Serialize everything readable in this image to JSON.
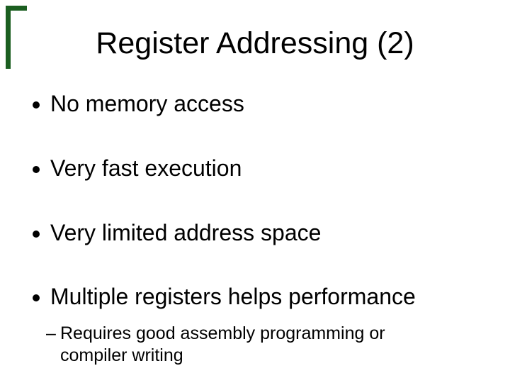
{
  "slide": {
    "title": "Register Addressing (2)",
    "bullet_marker": "•",
    "bullets": [
      {
        "label": "No memory access"
      },
      {
        "label": "Very fast execution"
      },
      {
        "label": "Very limited address space"
      },
      {
        "label": "Multiple registers helps performance"
      }
    ],
    "sub_bullet": {
      "dash": "–",
      "lines": [
        "Requires good assembly programming or",
        "compiler writing"
      ]
    },
    "colors": {
      "background": "#ffffff",
      "text": "#000000",
      "border_green": "#1b5e20"
    }
  }
}
